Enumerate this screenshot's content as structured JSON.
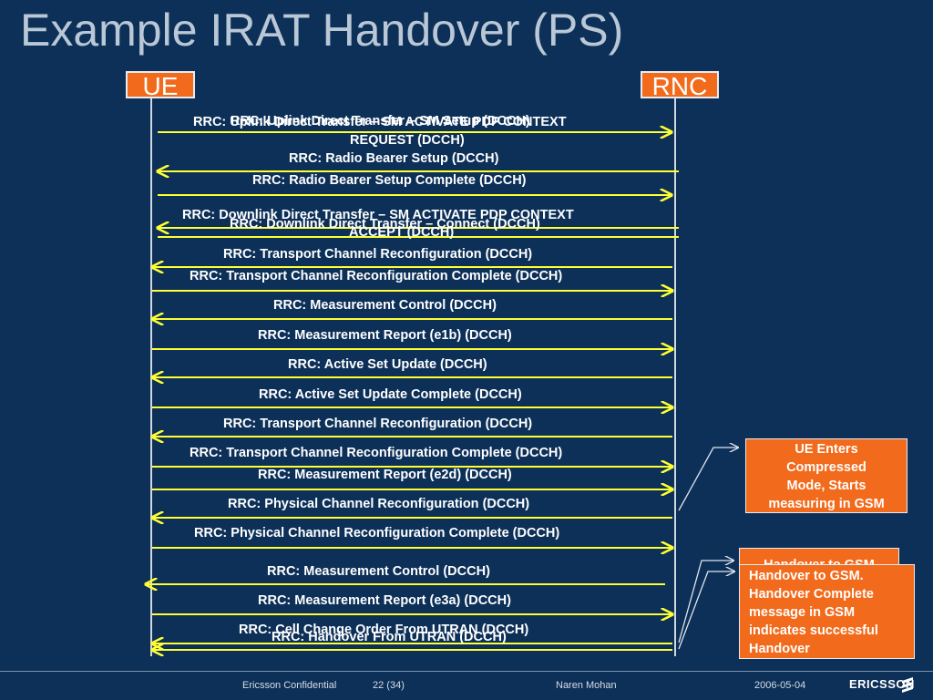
{
  "slide": {
    "title": "Example IRAT Handover (PS)",
    "lanes": {
      "ue": "UE",
      "rnc": "RNC"
    },
    "messages": [
      "RRC:  Uplink Direct Transfer – SM ACTIVATE PDP CONTEXT",
      "REQUEST (DCCH)",
      "RRC:  Uplink Direct Transfer – SM Setup (DCCH)",
      "RRC:  Radio Bearer Setup (DCCH)",
      "RRC:  Radio Bearer Setup Complete (DCCH)",
      "RRC:  Downlink Direct Transfer – SM ACTIVATE PDP CONTEXT",
      "ACCEPT (DCCH)",
      "RRC:  Downlink Direct Transfer – Connect (DCCH)",
      "RRC:  Transport Channel Reconfiguration (DCCH)",
      "RRC:  Transport Channel Reconfiguration Complete (DCCH)",
      "RRC:  Measurement Control (DCCH)",
      "RRC:  Measurement Report  (e1b) (DCCH)",
      "RRC:  Active Set Update (DCCH)",
      "RRC:  Active Set Update Complete (DCCH)",
      "RRC:  Transport Channel Reconfiguration (DCCH)",
      "RRC:  Transport Channel Reconfiguration Complete (DCCH)",
      "RRC:  Measurement Report  (e2d) (DCCH)",
      "RRC:  Physical Channel Reconfiguration (DCCH)",
      "RRC:  Physical Channel Reconfiguration Complete (DCCH)",
      "RRC:  Measurement Control (DCCH)",
      "RRC:  Measurement Report  (e3a) (DCCH)",
      "RRC:  Cell Change Order From UTRAN (DCCH)",
      "RRC:  Handover From UTRAN (DCCH)"
    ],
    "notes": {
      "compressed_mode": [
        "UE Enters",
        "Compressed",
        "Mode, Starts",
        "measuring in GSM"
      ],
      "back_note": "Handover to GSM",
      "handover": [
        "Handover to GSM.",
        "Handover Complete",
        "message in GSM",
        "indicates successful",
        "Handover"
      ]
    },
    "colors": {
      "background": "#0d3058",
      "arrow": "#ffff33",
      "accent": "#f26a1b"
    }
  },
  "footer": {
    "confidential": "Ericsson Confidential",
    "page": "22 (34)",
    "author": "Naren Mohan",
    "date": "2006-05-04",
    "logo": "ERICSSON"
  }
}
